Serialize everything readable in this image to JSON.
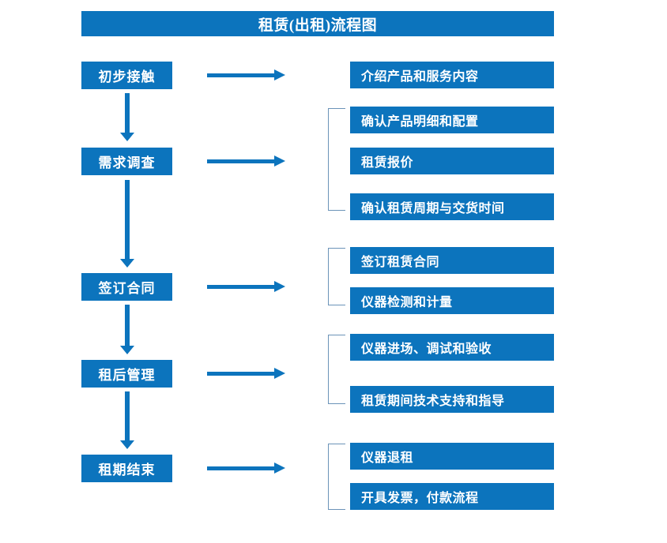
{
  "title": "租赁(出租)流程图",
  "theme": {
    "box_fill": "#0c74bd",
    "box_text": "#ffffff",
    "arrow": "#0c74bd",
    "bracket": "#6b93b8",
    "background": "#ffffff"
  },
  "stages": [
    {
      "label": "初步接触"
    },
    {
      "label": "需求调查"
    },
    {
      "label": "签订合同"
    },
    {
      "label": "租后管理"
    },
    {
      "label": "租期结束"
    }
  ],
  "details": [
    {
      "label": "介绍产品和服务内容"
    },
    {
      "label": "确认产品明细和配置"
    },
    {
      "label": "租赁报价"
    },
    {
      "label": "确认租赁周期与交货时间"
    },
    {
      "label": "签订租赁合同"
    },
    {
      "label": "仪器检测和计量"
    },
    {
      "label": "仪器进场、调试和验收"
    },
    {
      "label": "租赁期间技术支持和指导"
    },
    {
      "label": "仪器退租"
    },
    {
      "label": "开具发票，付款流程"
    }
  ],
  "groups": [
    {
      "stage": "初步接触",
      "details": [
        "介绍产品和服务内容"
      ],
      "bracketed": false
    },
    {
      "stage": "需求调查",
      "details": [
        "确认产品明细和配置",
        "租赁报价",
        "确认租赁周期与交货时间"
      ],
      "bracketed": true
    },
    {
      "stage": "签订合同",
      "details": [
        "签订租赁合同",
        "仪器检测和计量"
      ],
      "bracketed": true
    },
    {
      "stage": "租后管理",
      "details": [
        "仪器进场、调试和验收",
        "租赁期间技术支持和指导"
      ],
      "bracketed": true
    },
    {
      "stage": "租期结束",
      "details": [
        "仪器退租",
        "开具发票，付款流程"
      ],
      "bracketed": true
    }
  ]
}
